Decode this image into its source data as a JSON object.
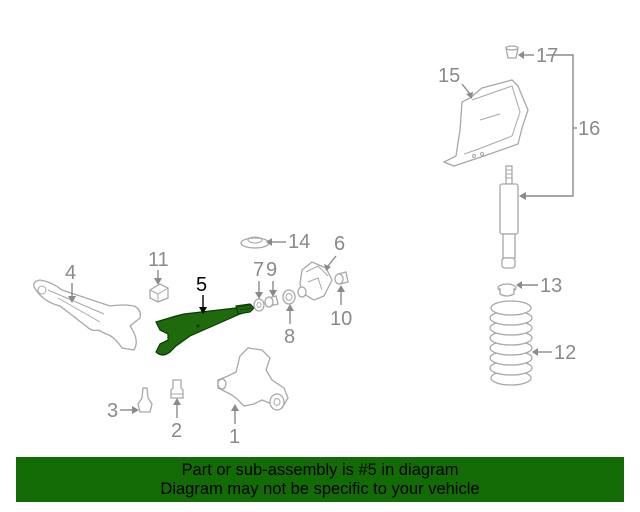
{
  "diagram": {
    "highlight_color": "#1f6a0c",
    "callout_color": "#8a8a8a",
    "selected_part": "5",
    "callouts": [
      {
        "id": "1",
        "label": "1"
      },
      {
        "id": "2",
        "label": "2"
      },
      {
        "id": "3",
        "label": "3"
      },
      {
        "id": "4",
        "label": "4"
      },
      {
        "id": "5",
        "label": "5"
      },
      {
        "id": "6",
        "label": "6"
      },
      {
        "id": "7",
        "label": "7"
      },
      {
        "id": "8",
        "label": "8"
      },
      {
        "id": "9",
        "label": "9"
      },
      {
        "id": "10",
        "label": "10"
      },
      {
        "id": "11",
        "label": "11"
      },
      {
        "id": "12",
        "label": "12"
      },
      {
        "id": "13",
        "label": "13"
      },
      {
        "id": "14",
        "label": "14"
      },
      {
        "id": "15",
        "label": "15"
      },
      {
        "id": "16",
        "label": "16"
      },
      {
        "id": "17",
        "label": "17"
      }
    ]
  },
  "banner": {
    "background_color": "#136b05",
    "line1": "Part or sub-assembly is #5 in diagram",
    "line2": "Diagram may not be specific to your vehicle"
  }
}
